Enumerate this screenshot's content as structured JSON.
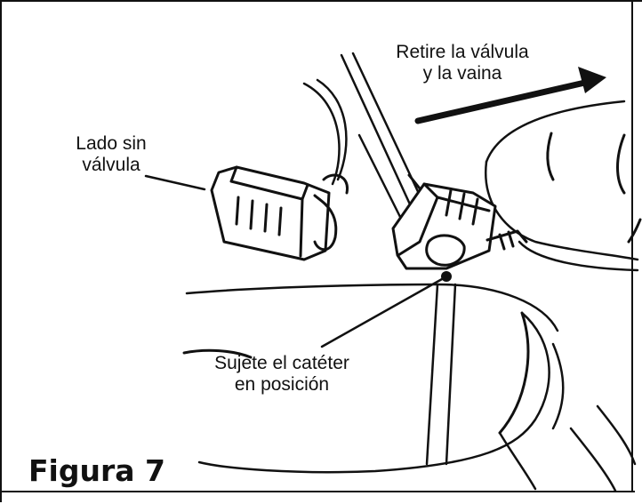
{
  "labels": {
    "retire_line1": "Retire la válvula",
    "retire_line2": "y la vaina",
    "lado_line1": "Lado sin",
    "lado_line2": "válvula",
    "sujete_line1": "Sujete el catéter",
    "sujete_line2": "en posición"
  },
  "figure_title": "Figura 7"
}
